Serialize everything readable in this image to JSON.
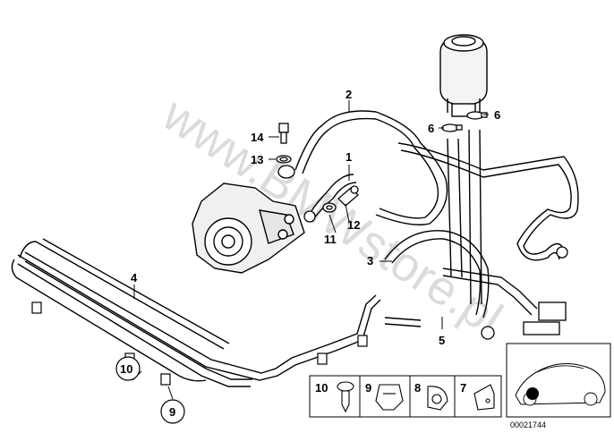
{
  "watermark": "www.BMWstore.pl",
  "reference_number": "00021744",
  "callouts": {
    "c1": "1",
    "c2": "2",
    "c3": "3",
    "c4": "4",
    "c5": "5",
    "c6a": "6",
    "c6b": "6",
    "c9": "9",
    "c10": "10",
    "c11": "11",
    "c12": "12",
    "c13": "13",
    "c14": "14"
  },
  "legend_parts": {
    "p10": "10",
    "p9": "9",
    "p8": "8",
    "p7": "7"
  }
}
